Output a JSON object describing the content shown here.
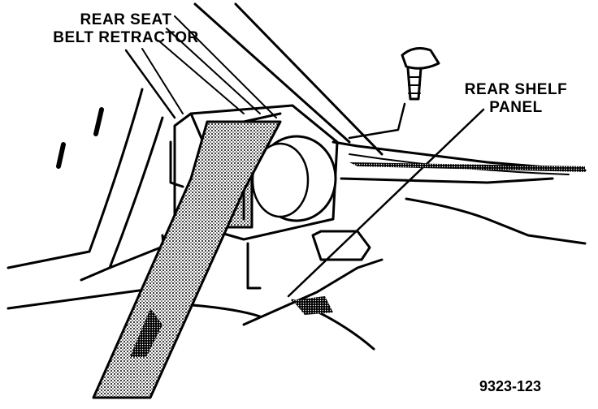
{
  "labels": {
    "retractor_line1": "REAR SEAT",
    "retractor_line2": "BELT RETRACTOR",
    "shelf_line1": "REAR SHELF",
    "shelf_line2": "PANEL"
  },
  "figure_number": "9323-123",
  "colors": {
    "ink": "#000000",
    "paper": "#ffffff"
  }
}
